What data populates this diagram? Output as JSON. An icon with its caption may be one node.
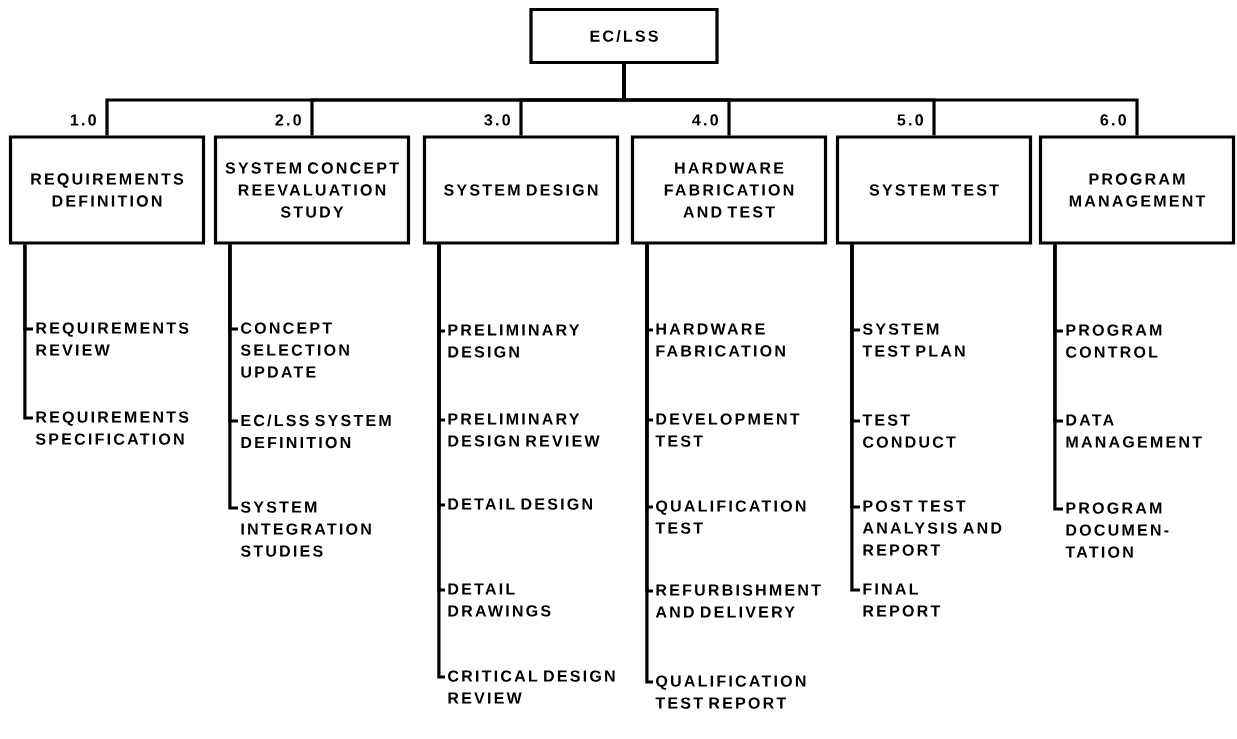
{
  "diagram": {
    "nodes": [
      {
        "text": [
          "EC/LSS"
        ]
      },
      {
        "text": [
          "REQUIREMENTS DEFINITION"
        ],
        "beside": [
          "1.0"
        ]
      },
      {
        "text": [
          "SYSTEM CONCEPT REEVALUATION STUDY"
        ],
        "beside": [
          "2.0"
        ]
      },
      {
        "text": [
          "SYSTEM DESIGN"
        ],
        "beside": [
          "3.0"
        ]
      },
      {
        "text": [
          "HARDWARE FABRICATION AND TEST"
        ],
        "beside": [
          "4.0"
        ]
      },
      {
        "text": [
          "SYSTEM TEST"
        ],
        "beside": [
          "5.0"
        ]
      },
      {
        "text": [
          "PROGRAM MANAGEMENT"
        ],
        "beside": [
          "6.0"
        ]
      },
      {
        "text": [
          "REQUIREMENTS REVIEW"
        ]
      },
      {
        "text": [
          "REQUIREMENTS SPECIFICATION"
        ]
      },
      {
        "text": [
          "CONCEPT SELECTION UPDATE"
        ]
      },
      {
        "text": [
          "EC/LSS SYSTEM DEFINITION"
        ]
      },
      {
        "text": [
          "SYSTEM INTEGRATION STUDIES"
        ]
      },
      {
        "text": [
          "PRELIMINARY DESIGN"
        ]
      },
      {
        "text": [
          "PRELIMINARY DESIGN REVIEW"
        ]
      },
      {
        "text": [
          "DETAIL DESIGN"
        ]
      },
      {
        "text": [
          "DETAIL DRAWINGS"
        ]
      },
      {
        "text": [
          "CRITICAL DESIGN REVIEW"
        ]
      },
      {
        "text": [
          "HARDWARE FABRICATION"
        ]
      },
      {
        "text": [
          "DEVELOPMENT TEST"
        ]
      },
      {
        "text": [
          "QUALIFICATION TEST"
        ]
      },
      {
        "text": [
          "REFURBISHMENT AND DELIVERY"
        ]
      },
      {
        "text": [
          "QUALIFICATION TEST REPORT"
        ]
      },
      {
        "text": [
          "SYSTEM TEST PLAN"
        ]
      },
      {
        "text": [
          "TEST CONDUCT"
        ]
      },
      {
        "text": [
          "POST TEST ANALYSIS AND REPORT"
        ]
      },
      {
        "text": [
          "FINAL REPORT"
        ]
      },
      {
        "text": [
          "PROGRAM CONTROL"
        ]
      },
      {
        "text": [
          "DATA MANAGEMENT"
        ]
      },
      {
        "text": [
          "PROGRAM DOCUMEN- TATION"
        ]
      }
    ],
    "edges": [
      {
        "from": 0,
        "to": 1,
        "arrow": "none"
      },
      {
        "from": 0,
        "to": 2,
        "arrow": "none"
      },
      {
        "from": 0,
        "to": 3,
        "arrow": "none"
      },
      {
        "from": 0,
        "to": 4,
        "arrow": "none"
      },
      {
        "from": 0,
        "to": 5,
        "arrow": "none"
      },
      {
        "from": 0,
        "to": 6,
        "arrow": "none"
      },
      {
        "from": 1,
        "to": 7,
        "arrow": "none"
      },
      {
        "from": 1,
        "to": 8,
        "arrow": "none"
      },
      {
        "from": 2,
        "to": 9,
        "arrow": "none"
      },
      {
        "from": 2,
        "to": 10,
        "arrow": "none"
      },
      {
        "from": 2,
        "to": 11,
        "arrow": "none"
      },
      {
        "from": 3,
        "to": 12,
        "arrow": "none"
      },
      {
        "from": 3,
        "to": 13,
        "arrow": "none"
      },
      {
        "from": 3,
        "to": 14,
        "arrow": "none"
      },
      {
        "from": 3,
        "to": 15,
        "arrow": "none"
      },
      {
        "from": 3,
        "to": 16,
        "arrow": "none"
      },
      {
        "from": 4,
        "to": 17,
        "arrow": "none"
      },
      {
        "from": 4,
        "to": 18,
        "arrow": "none"
      },
      {
        "from": 4,
        "to": 19,
        "arrow": "none"
      },
      {
        "from": 4,
        "to": 20,
        "arrow": "none"
      },
      {
        "from": 4,
        "to": 21,
        "arrow": "none"
      },
      {
        "from": 5,
        "to": 22,
        "arrow": "none"
      },
      {
        "from": 5,
        "to": 23,
        "arrow": "none"
      },
      {
        "from": 5,
        "to": 24,
        "arrow": "none"
      },
      {
        "from": 5,
        "to": 25,
        "arrow": "none"
      },
      {
        "from": 6,
        "to": 26,
        "arrow": "none"
      },
      {
        "from": 6,
        "to": 27,
        "arrow": "none"
      },
      {
        "from": 6,
        "to": 28,
        "arrow": "none"
      }
    ]
  }
}
